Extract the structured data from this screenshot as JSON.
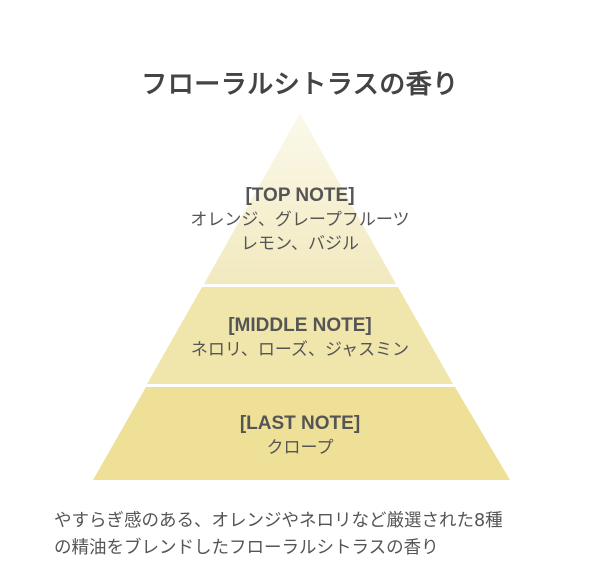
{
  "title": "フローラルシトラスの香り",
  "colors": {
    "top_tier_start": "#faf8e8",
    "top_tier_end": "#f1e8bb",
    "middle_tier": "#f0e5aa",
    "last_tier": "#eee097",
    "text": "#555555",
    "title": "#444444"
  },
  "pyramid": {
    "tiers": [
      {
        "label": "[TOP NOTE]",
        "items_lines": [
          "オレンジ、グレープフルーツ",
          "レモン、バジル"
        ]
      },
      {
        "label": "[MIDDLE NOTE]",
        "items_lines": [
          "ネロリ、ローズ、ジャスミン"
        ]
      },
      {
        "label": "[LAST NOTE]",
        "items_lines": [
          "クロープ"
        ]
      }
    ]
  },
  "description": {
    "lines": [
      "やすらぎ感のある、オレンジやネロリなど厳選された8種",
      "の精油をブレンドしたフローラルシトラスの香り"
    ]
  }
}
